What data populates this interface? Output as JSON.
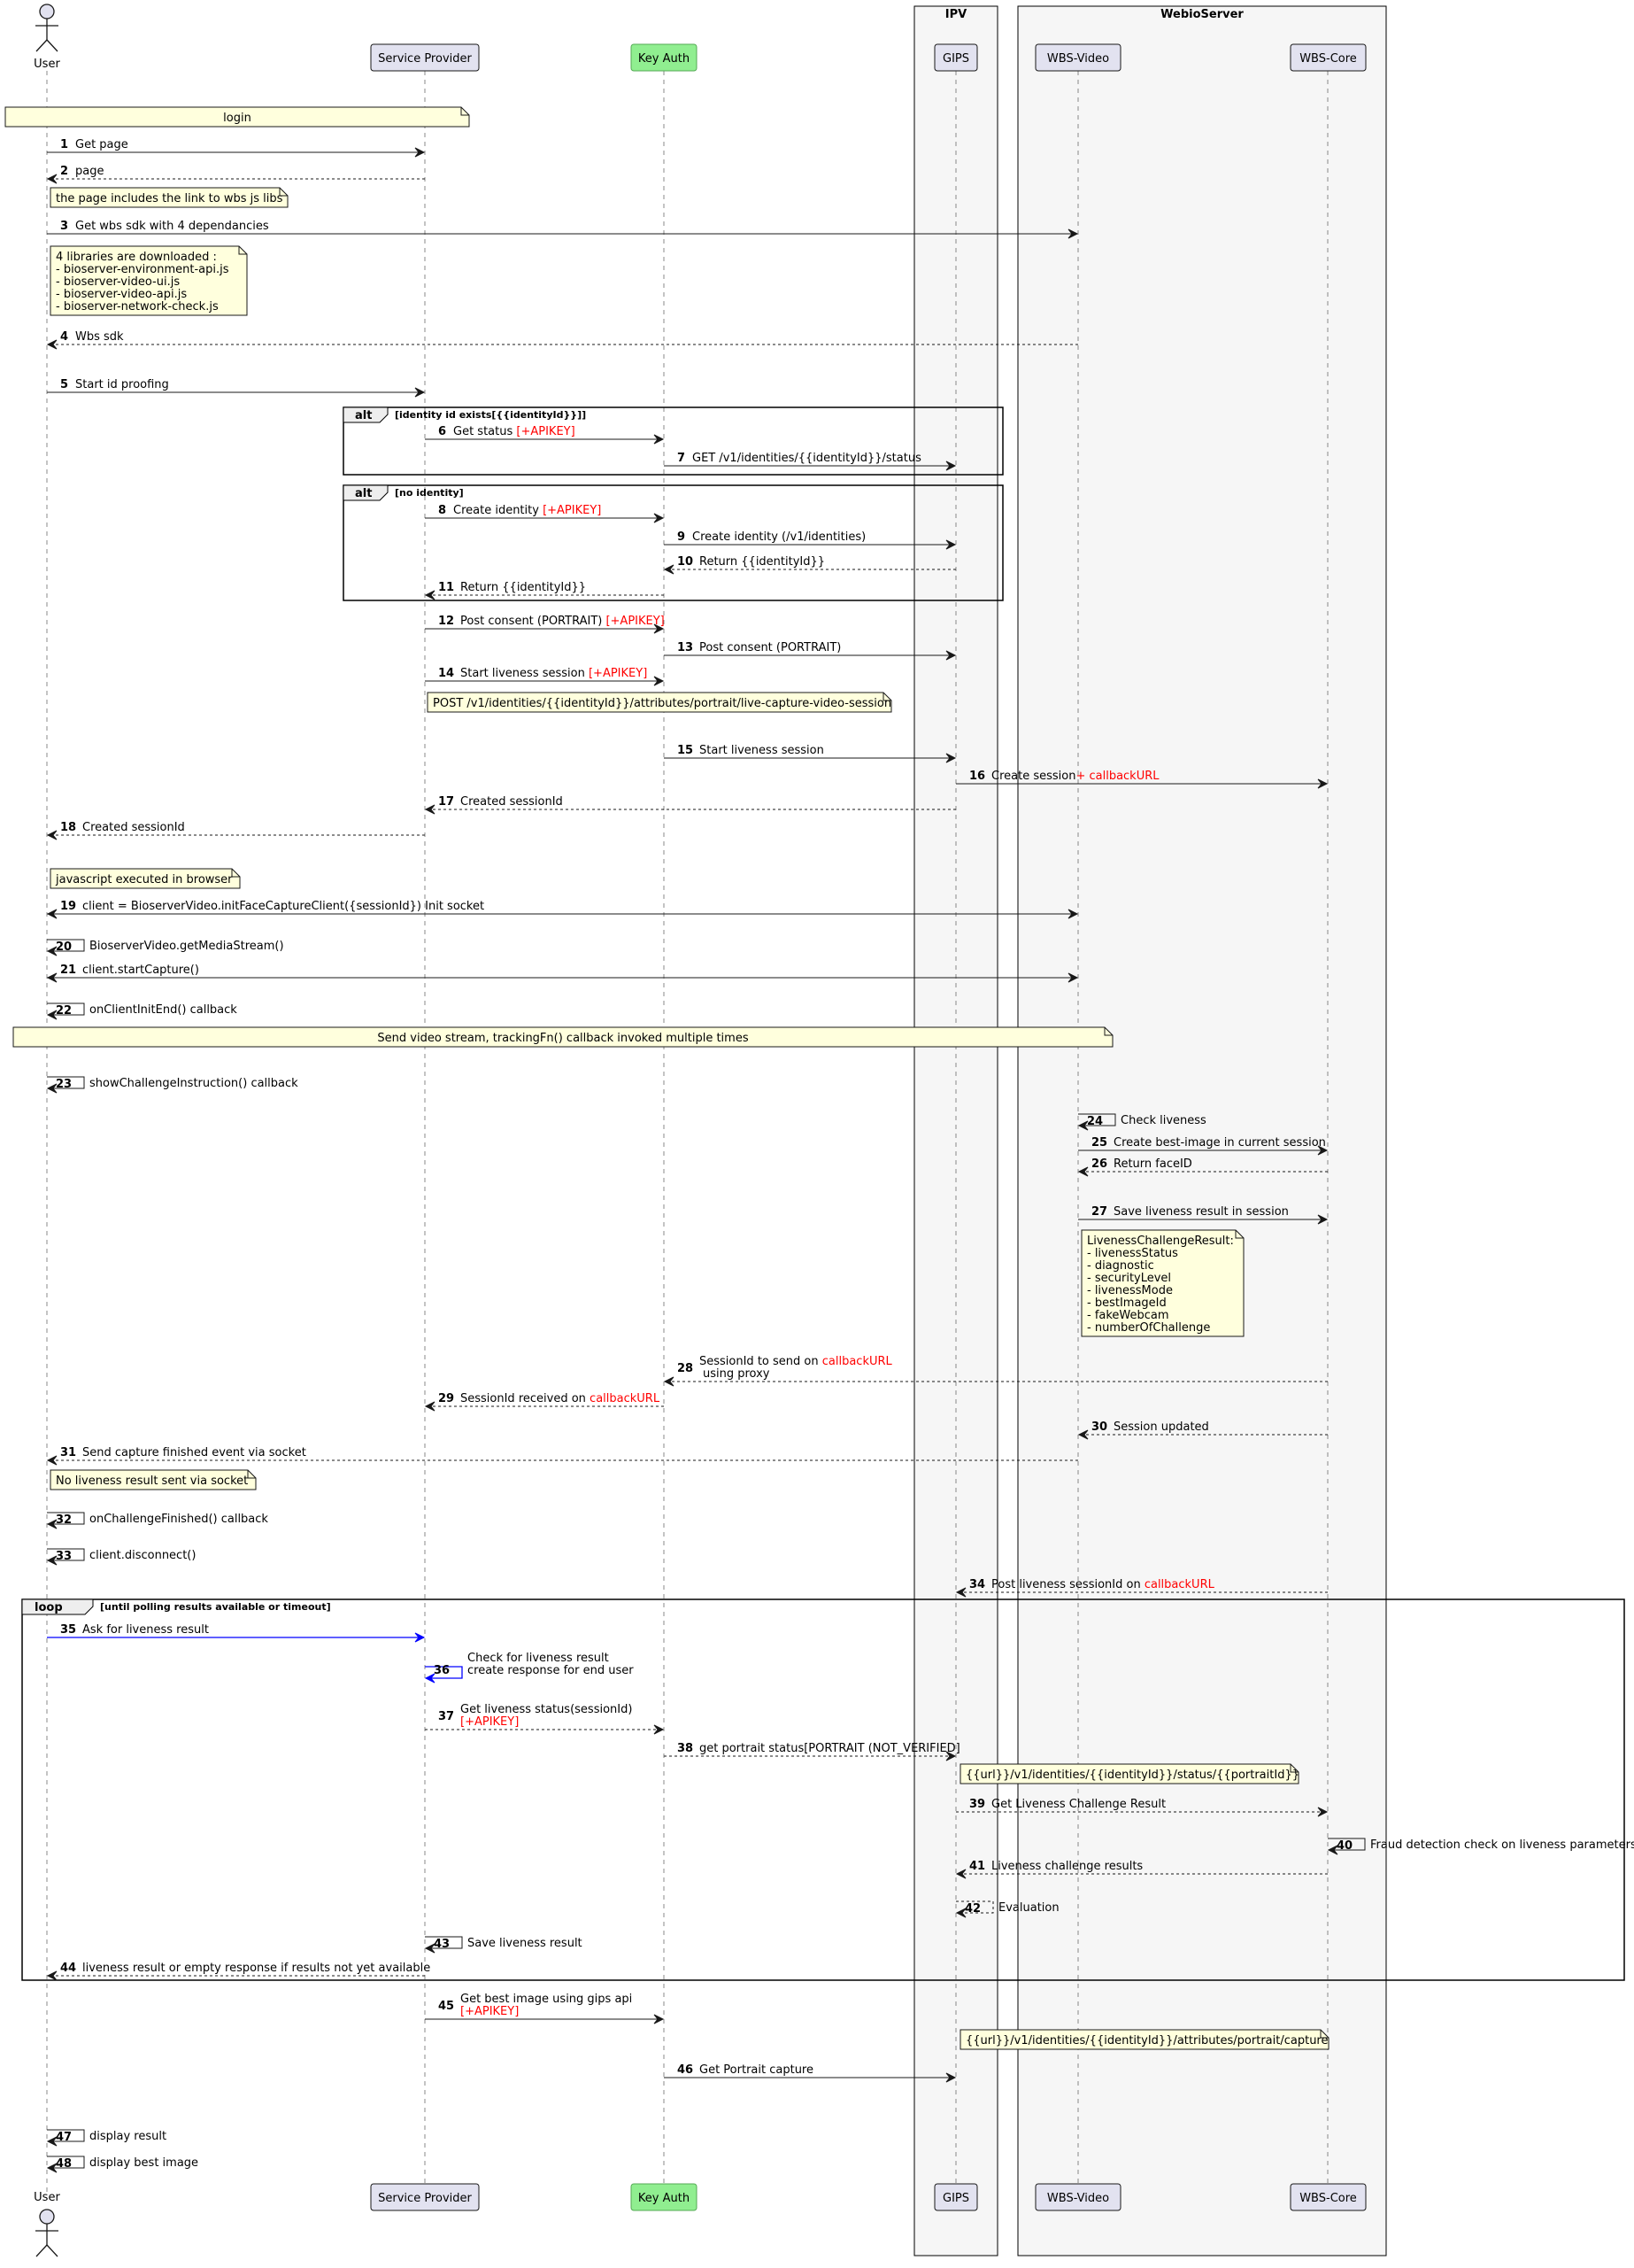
{
  "boxes": [
    {
      "id": "ipv",
      "title": "IPV"
    },
    {
      "id": "webio",
      "title": "WebioServer"
    }
  ],
  "participants": [
    {
      "id": "user",
      "label": "User",
      "kind": "actor"
    },
    {
      "id": "sp",
      "label": "Service Provider",
      "kind": "box"
    },
    {
      "id": "ka",
      "label": "Key Auth",
      "kind": "box",
      "fill": "#90ee90",
      "border": "#55aa55"
    },
    {
      "id": "gips",
      "label": "GIPS",
      "kind": "box"
    },
    {
      "id": "video",
      "label": "WBS-Video",
      "kind": "box"
    },
    {
      "id": "core",
      "label": "WBS-Core",
      "kind": "box"
    }
  ],
  "colors": {
    "line": "#181818",
    "lifeline": "#888888",
    "note_fill": "#ffffdd",
    "box_fill": "#f6f6f6",
    "participant_fill": "#e2e2f0",
    "highlight": "#ff0000",
    "loop_arrow": "#0000ff"
  },
  "frames": [
    {
      "kind": "alt",
      "label": "alt",
      "condition": "[identity id exists[{{identityId}}]]"
    },
    {
      "kind": "alt",
      "label": "alt",
      "condition": "[no identity]"
    },
    {
      "kind": "loop",
      "label": "loop",
      "condition": "[until polling results available or timeout]"
    }
  ],
  "notes": [
    {
      "lines": [
        "login"
      ]
    },
    {
      "lines": [
        "the page includes the link to wbs js libs"
      ]
    },
    {
      "lines": [
        "4 libraries are downloaded :",
        "  - bioserver-environment-api.js",
        "  - bioserver-video-ui.js",
        "  - bioserver-video-api.js",
        "  - bioserver-network-check.js"
      ]
    },
    {
      "lines": [
        "POST /v1/identities/{{identityId}}/attributes/portrait/live-capture-video-session"
      ]
    },
    {
      "lines": [
        "javascript executed in browser"
      ]
    },
    {
      "lines": [
        "Send video stream, trackingFn() callback invoked multiple times"
      ]
    },
    {
      "lines": [
        "LivenessChallengeResult:",
        "  - livenessStatus",
        "  - diagnostic",
        "  - securityLevel",
        "  - livenessMode",
        "  - bestImageId",
        "  - fakeWebcam",
        "  - numberOfChallenge"
      ]
    },
    {
      "lines": [
        "No liveness result sent via socket"
      ]
    },
    {
      "lines": [
        "{{url}}/v1/identities/{{identityId}}/status/{{portraitId}}"
      ]
    },
    {
      "lines": [
        "{{url}}/v1/identities/{{identityId}}/attributes/portrait/capture"
      ]
    }
  ],
  "messages": [
    {
      "n": "1",
      "from": "user",
      "to": "sp",
      "text": "Get page",
      "red": "",
      "dashed": false
    },
    {
      "n": "2",
      "from": "sp",
      "to": "user",
      "text": "page",
      "red": "",
      "dashed": true
    },
    {
      "n": "3",
      "from": "user",
      "to": "video",
      "text": "Get wbs sdk with 4 dependancies",
      "red": "",
      "dashed": false
    },
    {
      "n": "4",
      "from": "video",
      "to": "user",
      "text": "Wbs sdk",
      "red": "",
      "dashed": true
    },
    {
      "n": "5",
      "from": "user",
      "to": "sp",
      "text": "Start id proofing",
      "red": "",
      "dashed": false
    },
    {
      "n": "6",
      "from": "sp",
      "to": "ka",
      "text": "Get status ",
      "red": "[+APIKEY]",
      "dashed": false
    },
    {
      "n": "7",
      "from": "ka",
      "to": "gips",
      "text": "GET /v1/identities/{{identityId}}/status",
      "red": "",
      "dashed": false
    },
    {
      "n": "8",
      "from": "sp",
      "to": "ka",
      "text": "Create identity ",
      "red": "[+APIKEY]",
      "dashed": false
    },
    {
      "n": "9",
      "from": "ka",
      "to": "gips",
      "text": "Create identity (/v1/identities)",
      "red": "",
      "dashed": false
    },
    {
      "n": "10",
      "from": "gips",
      "to": "ka",
      "text": "Return {{identityId}}",
      "red": "",
      "dashed": true
    },
    {
      "n": "11",
      "from": "ka",
      "to": "sp",
      "text": "Return {{identityId}}",
      "red": "",
      "dashed": true
    },
    {
      "n": "12",
      "from": "sp",
      "to": "ka",
      "text": "Post consent (PORTRAIT) ",
      "red": "[+APIKEY]",
      "dashed": false
    },
    {
      "n": "13",
      "from": "ka",
      "to": "gips",
      "text": "Post consent (PORTRAIT)",
      "red": "",
      "dashed": false
    },
    {
      "n": "14",
      "from": "sp",
      "to": "ka",
      "text": "Start liveness session ",
      "red": "[+APIKEY]",
      "dashed": false
    },
    {
      "n": "15",
      "from": "ka",
      "to": "gips",
      "text": "Start liveness session",
      "red": "",
      "dashed": false
    },
    {
      "n": "16",
      "from": "gips",
      "to": "core",
      "text": "Create session",
      "red": "+ callbackURL",
      "dashed": false
    },
    {
      "n": "17",
      "from": "gips",
      "to": "sp",
      "text": "Created sessionId",
      "red": "",
      "dashed": true
    },
    {
      "n": "18",
      "from": "sp",
      "to": "user",
      "text": "Created sessionId",
      "red": "",
      "dashed": true
    },
    {
      "n": "19",
      "from": "user",
      "to": "video",
      "text": "client = BioserverVideo.initFaceCaptureClient({sessionId}) Init socket",
      "red": "",
      "dashed": false,
      "both": true
    },
    {
      "n": "20",
      "from": "user",
      "to": "user",
      "text": "BioserverVideo.getMediaStream()",
      "red": "",
      "dashed": false
    },
    {
      "n": "21",
      "from": "user",
      "to": "video",
      "text": "client.startCapture()",
      "red": "",
      "dashed": false,
      "both": true
    },
    {
      "n": "22",
      "from": "user",
      "to": "user",
      "text": "onClientInitEnd() callback",
      "red": "",
      "dashed": false
    },
    {
      "n": "23",
      "from": "user",
      "to": "user",
      "text": "showChallengeInstruction() callback",
      "red": "",
      "dashed": false
    },
    {
      "n": "24",
      "from": "video",
      "to": "video",
      "text": "Check liveness",
      "red": "",
      "dashed": false
    },
    {
      "n": "25",
      "from": "video",
      "to": "core",
      "text": "Create best-image in current session",
      "red": "",
      "dashed": false
    },
    {
      "n": "26",
      "from": "core",
      "to": "video",
      "text": "Return faceID",
      "red": "",
      "dashed": true
    },
    {
      "n": "27",
      "from": "video",
      "to": "core",
      "text": "Save liveness result in session",
      "red": "",
      "dashed": false
    },
    {
      "n": "28",
      "from": "core",
      "to": "ka",
      "text": "SessionId to send on ",
      "red": "callbackURL",
      "text2": "using proxy",
      "dashed": true
    },
    {
      "n": "29",
      "from": "ka",
      "to": "sp",
      "text": "SessionId received on ",
      "red": "callbackURL",
      "dashed": true
    },
    {
      "n": "30",
      "from": "core",
      "to": "video",
      "text": "Session updated",
      "red": "",
      "dashed": true
    },
    {
      "n": "31",
      "from": "video",
      "to": "user",
      "text": "Send capture finished event via socket",
      "red": "",
      "dashed": true
    },
    {
      "n": "32",
      "from": "user",
      "to": "user",
      "text": "onChallengeFinished() callback",
      "red": "",
      "dashed": false
    },
    {
      "n": "33",
      "from": "user",
      "to": "user",
      "text": "client.disconnect()",
      "red": "",
      "dashed": false
    },
    {
      "n": "34",
      "from": "core",
      "to": "gips",
      "text": "Post liveness sessionId on ",
      "red": "callbackURL",
      "dashed": true
    },
    {
      "n": "35",
      "from": "user",
      "to": "sp",
      "text": "Ask for liveness result",
      "red": "",
      "dashed": false,
      "blue": true
    },
    {
      "n": "36",
      "from": "sp",
      "to": "sp",
      "text": "Check for liveness result",
      "red": "",
      "text2": "create response for end user",
      "dashed": false,
      "blue": true
    },
    {
      "n": "37",
      "from": "sp",
      "to": "ka",
      "text": "Get liveness status(sessionId)",
      "red": "",
      "red2": "[+APIKEY]",
      "dashed": true
    },
    {
      "n": "38",
      "from": "ka",
      "to": "gips",
      "text": "get portrait status[PORTRAIT (NOT_VERIFIED]",
      "red": "",
      "dashed": true
    },
    {
      "n": "39",
      "from": "gips",
      "to": "core",
      "text": "Get Liveness Challenge Result",
      "red": "",
      "dashed": true
    },
    {
      "n": "40",
      "from": "core",
      "to": "core",
      "text": "Fraud detection check on liveness parameters",
      "red": "",
      "dashed": false
    },
    {
      "n": "41",
      "from": "core",
      "to": "gips",
      "text": "Liveness challenge results",
      "red": "",
      "dashed": true
    },
    {
      "n": "42",
      "from": "gips",
      "to": "gips",
      "text": "Evaluation",
      "red": "",
      "dashed": true
    },
    {
      "n": "43",
      "from": "sp",
      "to": "sp",
      "text": "Save liveness result",
      "red": "",
      "dashed": false
    },
    {
      "n": "44",
      "from": "sp",
      "to": "user",
      "text": "liveness result or empty response if results not yet available",
      "red": "",
      "dashed": true
    },
    {
      "n": "45",
      "from": "sp",
      "to": "ka",
      "text": "Get best image using gips api",
      "red": "",
      "red2": "[+APIKEY]",
      "dashed": false
    },
    {
      "n": "46",
      "from": "ka",
      "to": "gips",
      "text": "Get Portrait capture",
      "red": "",
      "dashed": false
    },
    {
      "n": "47",
      "from": "user",
      "to": "user",
      "text": "display result",
      "red": "",
      "dashed": false
    },
    {
      "n": "48",
      "from": "user",
      "to": "user",
      "text": "display best image",
      "red": "",
      "dashed": false
    }
  ]
}
